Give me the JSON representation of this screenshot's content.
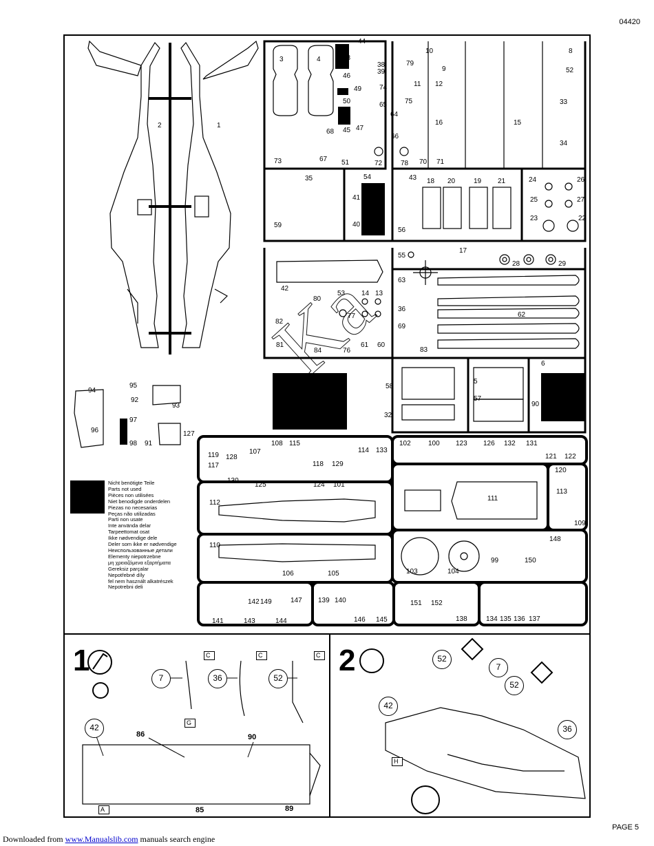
{
  "header": {
    "code": "04420"
  },
  "footer": {
    "page_label": "PAGE 5",
    "download_prefix": "Downloaded from",
    "download_link": "www.Manualslib.com",
    "download_suffix": "manuals search engine"
  },
  "legend": {
    "items": [
      "Nicht benötigte Teile",
      "Parts not used",
      "Pièces non utilisées",
      "Niet benodigde onderdelen",
      "Piezas no necesarias",
      "Peças não utilizadas",
      "Parti non usate",
      "Inte använda delar",
      "Tarpeettomat osat",
      "Ikke nødvendige dele",
      "Deler som ikke er nødvendige",
      "Неиспользованные детали",
      "Elementy niepotrzebne",
      "μη χρειαζόμενα εξαρτήματα",
      "Gereksiz parçalar",
      "Nepotřebné díly",
      "fel nem használt alkatrészek",
      "Nepotrebni deli"
    ]
  },
  "sprue_labels": [
    {
      "t": "2"
    },
    {
      "t": "1"
    },
    {
      "t": "3"
    },
    {
      "t": "4"
    },
    {
      "t": "44"
    },
    {
      "t": "48"
    },
    {
      "t": "46"
    },
    {
      "t": "49"
    },
    {
      "t": "50"
    },
    {
      "t": "45"
    },
    {
      "t": "47"
    },
    {
      "t": "38"
    },
    {
      "t": "39"
    },
    {
      "t": "74"
    },
    {
      "t": "65"
    },
    {
      "t": "64"
    },
    {
      "t": "66"
    },
    {
      "t": "68"
    },
    {
      "t": "67"
    },
    {
      "t": "73"
    },
    {
      "t": "51"
    },
    {
      "t": "72"
    },
    {
      "t": "78"
    },
    {
      "t": "79"
    },
    {
      "t": "75"
    },
    {
      "t": "10"
    },
    {
      "t": "9"
    },
    {
      "t": "11"
    },
    {
      "t": "12"
    },
    {
      "t": "16"
    },
    {
      "t": "15"
    },
    {
      "t": "33"
    },
    {
      "t": "34"
    },
    {
      "t": "8"
    },
    {
      "t": "52"
    },
    {
      "t": "70"
    },
    {
      "t": "71"
    },
    {
      "t": "35"
    },
    {
      "t": "54"
    },
    {
      "t": "43"
    },
    {
      "t": "18"
    },
    {
      "t": "20"
    },
    {
      "t": "19"
    },
    {
      "t": "21"
    },
    {
      "t": "24"
    },
    {
      "t": "26"
    },
    {
      "t": "25"
    },
    {
      "t": "27"
    },
    {
      "t": "23"
    },
    {
      "t": "22"
    },
    {
      "t": "41"
    },
    {
      "t": "40"
    },
    {
      "t": "59"
    },
    {
      "t": "56"
    },
    {
      "t": "55"
    },
    {
      "t": "17"
    },
    {
      "t": "28"
    },
    {
      "t": "29"
    },
    {
      "t": "42"
    },
    {
      "t": "63"
    },
    {
      "t": "80"
    },
    {
      "t": "53"
    },
    {
      "t": "14"
    },
    {
      "t": "13"
    },
    {
      "t": "82"
    },
    {
      "t": "77"
    },
    {
      "t": "36"
    },
    {
      "t": "62"
    },
    {
      "t": "81"
    },
    {
      "t": "84"
    },
    {
      "t": "76"
    },
    {
      "t": "61"
    },
    {
      "t": "60"
    },
    {
      "t": "69"
    },
    {
      "t": "83"
    },
    {
      "t": "6"
    },
    {
      "t": "5"
    },
    {
      "t": "57"
    },
    {
      "t": "58"
    },
    {
      "t": "32"
    },
    {
      "t": "90"
    },
    {
      "t": "94"
    },
    {
      "t": "95"
    },
    {
      "t": "92"
    },
    {
      "t": "93"
    },
    {
      "t": "97"
    },
    {
      "t": "96"
    },
    {
      "t": "98"
    },
    {
      "t": "91"
    },
    {
      "t": "127"
    },
    {
      "t": "119"
    },
    {
      "t": "128"
    },
    {
      "t": "107"
    },
    {
      "t": "108"
    },
    {
      "t": "115"
    },
    {
      "t": "114"
    },
    {
      "t": "133"
    },
    {
      "t": "117"
    },
    {
      "t": "118"
    },
    {
      "t": "129"
    },
    {
      "t": "130"
    },
    {
      "t": "125"
    },
    {
      "t": "124"
    },
    {
      "t": "101"
    },
    {
      "t": "102"
    },
    {
      "t": "100"
    },
    {
      "t": "123"
    },
    {
      "t": "126"
    },
    {
      "t": "132"
    },
    {
      "t": "131"
    },
    {
      "t": "121"
    },
    {
      "t": "122"
    },
    {
      "t": "120"
    },
    {
      "t": "113"
    },
    {
      "t": "109"
    },
    {
      "t": "111"
    },
    {
      "t": "112"
    },
    {
      "t": "110"
    },
    {
      "t": "106"
    },
    {
      "t": "105"
    },
    {
      "t": "103"
    },
    {
      "t": "104"
    },
    {
      "t": "99"
    },
    {
      "t": "150"
    },
    {
      "t": "148"
    },
    {
      "t": "142"
    },
    {
      "t": "149"
    },
    {
      "t": "147"
    },
    {
      "t": "141"
    },
    {
      "t": "143"
    },
    {
      "t": "144"
    },
    {
      "t": "139"
    },
    {
      "t": "140"
    },
    {
      "t": "146"
    },
    {
      "t": "145"
    },
    {
      "t": "151"
    },
    {
      "t": "152"
    },
    {
      "t": "138"
    },
    {
      "t": "134"
    },
    {
      "t": "135"
    },
    {
      "t": "136"
    },
    {
      "t": "137"
    }
  ],
  "steps": [
    {
      "number": "1",
      "callouts": [
        "7",
        "36",
        "52",
        "42"
      ],
      "tags": [
        "C",
        "C",
        "C",
        "G",
        "A"
      ],
      "part_labels": [
        "86",
        "90",
        "85",
        "89"
      ]
    },
    {
      "number": "2",
      "callouts": [
        "52",
        "7",
        "52",
        "42",
        "36"
      ],
      "tags": [
        "H"
      ]
    }
  ]
}
